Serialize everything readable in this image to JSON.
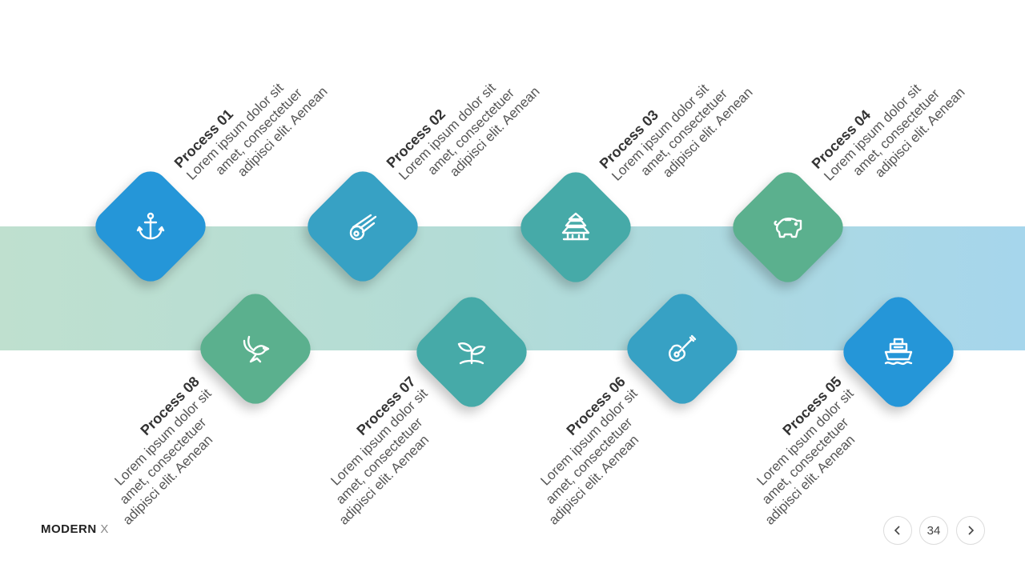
{
  "brand": {
    "name_strong": "MODERN",
    "name_light": "X"
  },
  "pagination": {
    "prev_icon": "chevron-left-icon",
    "page": "34",
    "next_icon": "chevron-right-icon"
  },
  "colors": {
    "blue": "#2596d8",
    "teal_blue": "#37a1c4",
    "teal": "#46aaa8",
    "green": "#5bb08e"
  },
  "processes": [
    {
      "title": "Process 01",
      "line1": "Lorem ipsum dolor sit",
      "line2": "amet, consectetuer",
      "line3": "adipisci elit. Aenean",
      "icon": "anchor-icon"
    },
    {
      "title": "Process 02",
      "line1": "Lorem ipsum dolor sit",
      "line2": "amet, consectetuer",
      "line3": "adipisci elit. Aenean",
      "icon": "comet-icon"
    },
    {
      "title": "Process 03",
      "line1": "Lorem ipsum dolor sit",
      "line2": "amet, consectetuer",
      "line3": "adipisci elit. Aenean",
      "icon": "pagoda-icon"
    },
    {
      "title": "Process 04",
      "line1": "Lorem ipsum dolor sit",
      "line2": "amet, consectetuer",
      "line3": "adipisci elit. Aenean",
      "icon": "piggy-bank-icon"
    },
    {
      "title": "Process 05",
      "line1": "Lorem ipsum dolor sit",
      "line2": "amet, consectetuer",
      "line3": "adipisci elit. Aenean",
      "icon": "ship-icon"
    },
    {
      "title": "Process 06",
      "line1": "Lorem ipsum dolor sit",
      "line2": "amet, consectetuer",
      "line3": "adipisci elit. Aenean",
      "icon": "guitar-icon"
    },
    {
      "title": "Process 07",
      "line1": "Lorem ipsum dolor sit",
      "line2": "amet, consectetuer",
      "line3": "adipisci elit. Aenean",
      "icon": "sprout-icon"
    },
    {
      "title": "Process 08",
      "line1": "Lorem ipsum dolor sit",
      "line2": "amet, consectetuer",
      "line3": "adipisci elit. Aenean",
      "icon": "dove-icon"
    }
  ]
}
